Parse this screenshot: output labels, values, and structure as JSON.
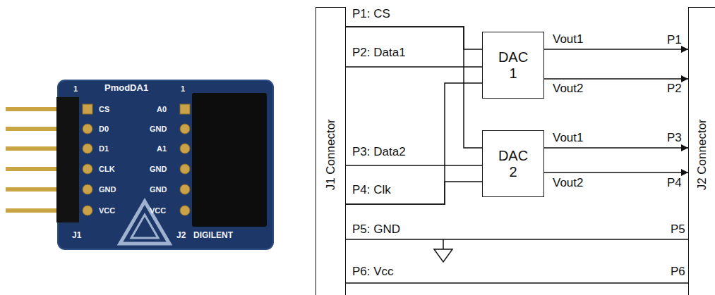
{
  "diagram": {
    "nodes": [
      {
        "text": [
          "J1 Connector"
        ]
      },
      {
        "text": [
          "DAC 1"
        ]
      },
      {
        "text": [
          "DAC 2"
        ]
      },
      {
        "text": [
          "J2 Connector"
        ]
      }
    ],
    "edges": [
      {
        "from": 0,
        "to": 1,
        "arrow": "none",
        "label": "P1: CS"
      },
      {
        "from": 0,
        "to": 2,
        "arrow": "none"
      },
      {
        "from": 0,
        "to": 1,
        "arrow": "none",
        "label": "P2: Data1"
      },
      {
        "from": 0,
        "to": 2,
        "arrow": "none",
        "label": "P3: Data2"
      },
      {
        "from": 0,
        "to": 2,
        "arrow": "none",
        "label": "P4: Clk"
      },
      {
        "from": 0,
        "to": 1,
        "arrow": "none"
      },
      {
        "from": 1,
        "to": 3,
        "arrow": "to",
        "label": "Vout1"
      },
      {
        "from": 1,
        "to": 3,
        "arrow": "to",
        "label": "Vout2"
      },
      {
        "from": 2,
        "to": 3,
        "arrow": "to",
        "label": "Vout1"
      },
      {
        "from": 2,
        "to": 3,
        "arrow": "to",
        "label": "Vout2"
      },
      {
        "from": 0,
        "to": 3,
        "arrow": "none",
        "label": "P5: GND"
      },
      {
        "from": 0,
        "to": 3,
        "arrow": "none",
        "label": "P6: Vcc"
      }
    ],
    "labels": [
      "1",
      "PmodDA1",
      "1",
      "CS",
      "D0",
      "D1",
      "CLK",
      "GND",
      "VCC",
      "A0",
      "GND",
      "A1",
      "GND",
      "GND",
      "VCC",
      "J1",
      "J2",
      "DIGILENT",
      "P1",
      "P2",
      "P3",
      "P4",
      "P5",
      "P6"
    ]
  }
}
